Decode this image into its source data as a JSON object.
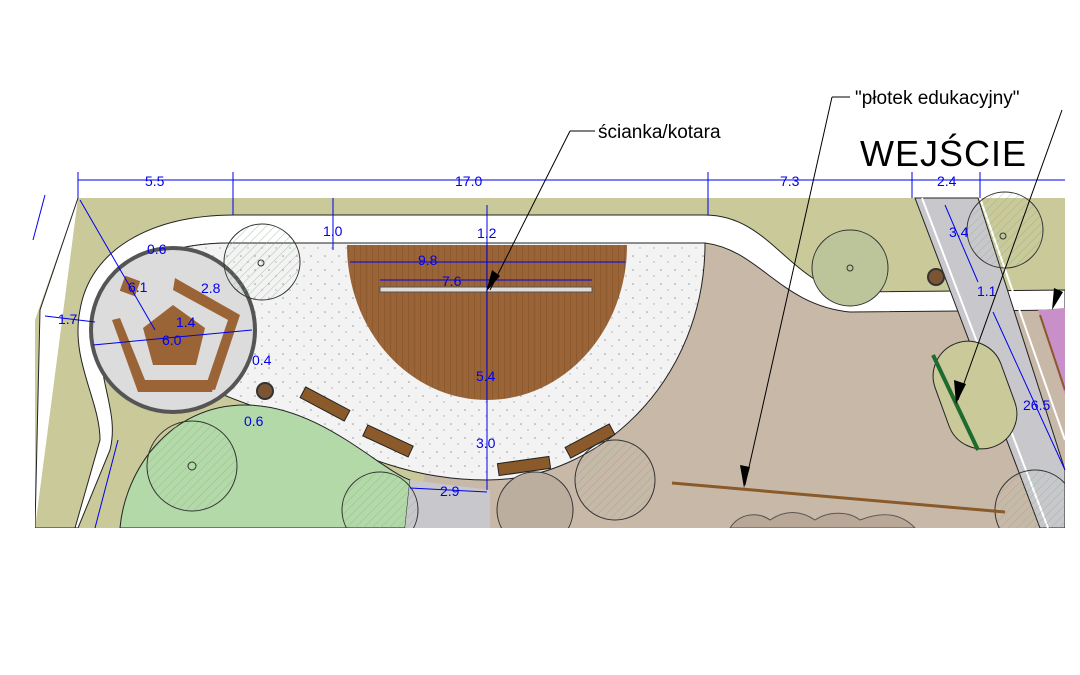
{
  "annotations": {
    "curtain_wall": "ścianka/kotara",
    "educational_fence": "\"płotek edukacyjny\"",
    "entrance": "WEJŚCIE"
  },
  "dimensions": {
    "top_5_5": "5.5",
    "top_17_0": "17.0",
    "top_7_3": "7.3",
    "top_2_4": "2.4",
    "path_1_0": "1.0",
    "deck_1_2": "1.2",
    "deck_9_8": "9.8",
    "wall_7_6": "7.6",
    "circle_0_6_top": "0.6",
    "circle_6_1": "6.1",
    "circle_2_8": "2.8",
    "circle_1_4": "1.4",
    "circle_6_0": "6.0",
    "circle_0_4": "0.4",
    "left_1_7": "1.7",
    "deck_5_4": "5.4",
    "plaza_3_0": "3.0",
    "circle_0_6_bottom": "0.6",
    "path_2_9": "2.9",
    "entry_3_4": "3.4",
    "entry_1_1": "1.1",
    "entry_26_5": "26.5"
  },
  "colors": {
    "dimension": "#0000ee",
    "grass_strip": "#c9c99a",
    "lawn": "#b3d9a8",
    "ground": "#c8b8a8",
    "deck": "#9a6437",
    "paving": "#c8c8cc",
    "pink_bed": "#c98fc9"
  }
}
